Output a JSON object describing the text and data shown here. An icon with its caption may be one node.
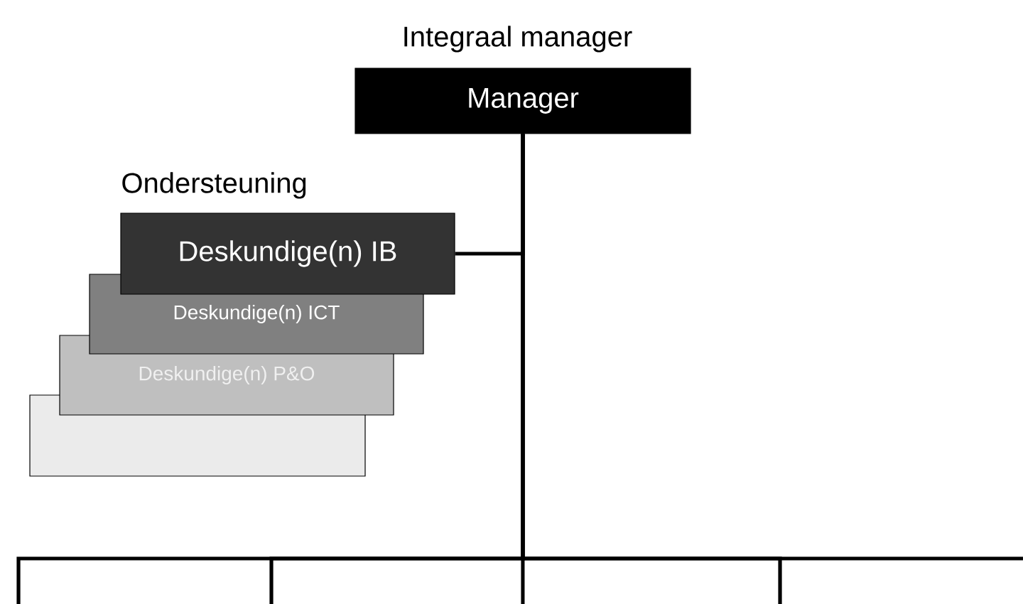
{
  "diagram": {
    "nodes": [
      {
        "text": [
          "Integraal manager",
          "Manager"
        ]
      },
      {
        "text": [
          "Deskundige(n) IB"
        ]
      },
      {
        "text": [
          "Deskundige(n) ICT"
        ]
      },
      {
        "text": [
          "Deskundige(n) P&O"
        ]
      },
      {
        "text": [],
        "shape": "box"
      }
    ],
    "edges": [
      {
        "from": 1,
        "to": 0,
        "arrow": "none"
      },
      {
        "from": 0,
        "to": null,
        "arrow": "none"
      },
      {
        "from": 0,
        "to": null,
        "arrow": "none"
      },
      {
        "from": 0,
        "to": null,
        "arrow": "none"
      },
      {
        "from": 0,
        "to": null,
        "arrow": "none"
      }
    ],
    "labels": [
      "Ondersteuning"
    ]
  }
}
